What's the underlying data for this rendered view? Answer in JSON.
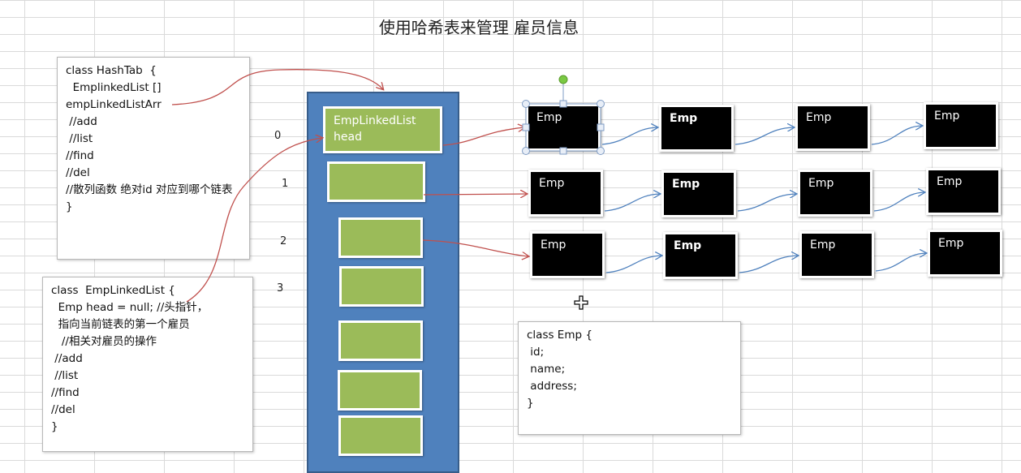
{
  "title": "使用哈希表来管理 雇员信息",
  "hashtab_code": [
    "class HashTab  {",
    "  EmplinkedList []",
    "empLinkedListArr",
    " //add",
    " //list",
    "//find",
    "//del",
    "//散列函数 绝对id 对应到哪个链表",
    "}"
  ],
  "linkedlist_code": [
    "class  EmpLinkedList {",
    "  Emp head = null; //头指针，",
    "  指向当前链表的第一个雇员",
    "   //相关对雇员的操作",
    " //add",
    " //list",
    "//find",
    "//del",
    "}"
  ],
  "emp_code": [
    "class Emp {",
    " id;",
    " name;",
    " address;",
    "}"
  ],
  "indices": [
    "0",
    "1",
    "2",
    "3"
  ],
  "slot0_label": [
    "EmpLinkedList",
    "head"
  ],
  "emp_label": "Emp",
  "colors": {
    "array_fill": "#4f81bd",
    "slot_fill": "#9bbb59",
    "node_fill": "#000000",
    "red_arrow": "#c0504d",
    "blue_arrow": "#4f81bd"
  },
  "icons": [
    "move-cursor-icon",
    "rotate-handle-icon"
  ]
}
